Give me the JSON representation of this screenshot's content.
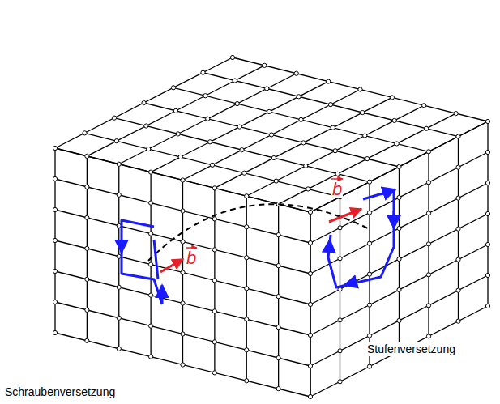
{
  "diagram": {
    "labels": [
      "b",
      "b",
      "Stufenversetzung",
      "Schraubenversetzung"
    ]
  }
}
